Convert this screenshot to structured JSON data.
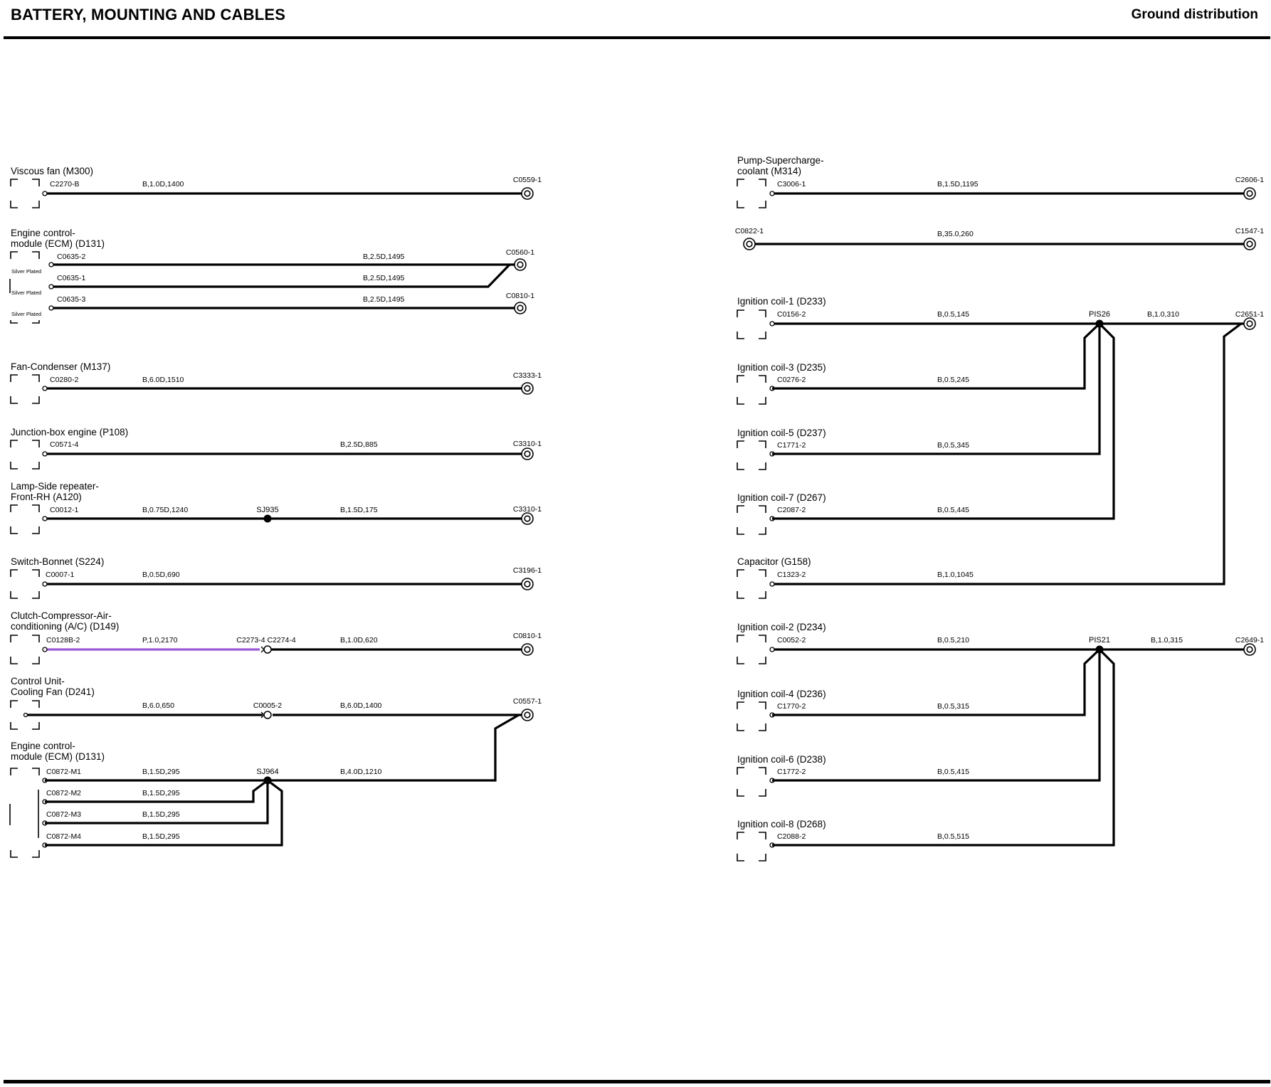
{
  "header": {
    "title": "BATTERY, MOUNTING AND CABLES",
    "section": "Ground distribution"
  },
  "colors": {
    "line": "#000000",
    "purple_wire": "#9b59d6"
  },
  "left_circuits": [
    {
      "device": [
        "Viscous fan (M300)"
      ],
      "pin": "C2270-B",
      "wire": "B,1.0D,1400",
      "ground": "C0559-1"
    },
    {
      "device": [
        "Engine control-",
        "module (ECM) (D131)"
      ],
      "note": "Silver Plated",
      "pins": [
        "C0635-2",
        "C0635-1",
        "C0635-3"
      ],
      "wires": [
        "B,2.5D,1495",
        "B,2.5D,1495",
        "B,2.5D,1495"
      ],
      "grounds": [
        "C0560-1",
        "C0810-1"
      ]
    },
    {
      "device": [
        "Fan-Condenser (M137)"
      ],
      "pin": "C0280-2",
      "wire": "B,6.0D,1510",
      "ground": "C3333-1"
    },
    {
      "device": [
        "Junction-box engine (P108)"
      ],
      "pin": "C0571-4",
      "wire": "B,2.5D,885",
      "ground": "C3310-1"
    },
    {
      "device": [
        "Lamp-Side repeater-",
        "Front-RH (A120)"
      ],
      "pin": "C0012-1",
      "wire1": "B,0.75D,1240",
      "splice": "SJ935",
      "wire2": "B,1.5D,175",
      "ground": "C3310-1"
    },
    {
      "device": [
        "Switch-Bonnet (S224)"
      ],
      "pin": "C0007-1",
      "wire": "B,0.5D,690",
      "ground": "C3196-1"
    },
    {
      "device": [
        "Clutch-Compressor-Air-",
        "conditioning (A/C) (D149)"
      ],
      "pin": "C0128B-2",
      "wire1": "P,1.0,2170",
      "inline": "C2273-4 C2274-4",
      "wire2": "B,1.0D,620",
      "ground": "C0810-1"
    },
    {
      "device": [
        "Control Unit-",
        "Cooling Fan (D241)"
      ],
      "wire1": "B,6.0,650",
      "inline": "C0005-2",
      "wire2": "B,6.0D,1400",
      "ground": "C0557-1"
    },
    {
      "device": [
        "Engine control-",
        "module (ECM) (D131)"
      ],
      "pins": [
        "C0872-M1",
        "C0872-M2",
        "C0872-M3",
        "C0872-M4"
      ],
      "wires": [
        "B,1.5D,295",
        "B,1.5D,295",
        "B,1.5D,295",
        "B,1.5D,295"
      ],
      "splice": "SJ964",
      "wire_out": "B,4.0D,1210"
    }
  ],
  "right_circuits": [
    {
      "device": [
        "Pump-Supercharge-",
        "coolant (M314)"
      ],
      "pin": "C3006-1",
      "wire": "B,1.5D,1195",
      "ground": "C2606-1"
    },
    {
      "ground_start": "C0822-1",
      "wire": "B,35.0,260",
      "ground": "C1547-1"
    },
    {
      "device": [
        "Ignition coil-1 (D233)"
      ],
      "pin": "C0156-2",
      "wire": "B,0.5,145",
      "splice": "PIS26",
      "wire_out": "B,1.0,310",
      "ground": "C2651-1"
    },
    {
      "device": [
        "Ignition coil-3 (D235)"
      ],
      "pin": "C0276-2",
      "wire": "B,0.5,245"
    },
    {
      "device": [
        "Ignition coil-5 (D237)"
      ],
      "pin": "C1771-2",
      "wire": "B,0.5,345"
    },
    {
      "device": [
        "Ignition coil-7 (D267)"
      ],
      "pin": "C2087-2",
      "wire": "B,0.5,445"
    },
    {
      "device": [
        "Capacitor (G158)"
      ],
      "pin": "C1323-2",
      "wire": "B,1.0,1045"
    },
    {
      "device": [
        "Ignition coil-2 (D234)"
      ],
      "pin": "C0052-2",
      "wire": "B,0.5,210",
      "splice": "PIS21",
      "wire_out": "B,1.0,315",
      "ground": "C2649-1"
    },
    {
      "device": [
        "Ignition coil-4 (D236)"
      ],
      "pin": "C1770-2",
      "wire": "B,0.5,315"
    },
    {
      "device": [
        "Ignition coil-6 (D238)"
      ],
      "pin": "C1772-2",
      "wire": "B,0.5,415"
    },
    {
      "device": [
        "Ignition coil-8 (D268)"
      ],
      "pin": "C2088-2",
      "wire": "B,0.5,515"
    }
  ]
}
